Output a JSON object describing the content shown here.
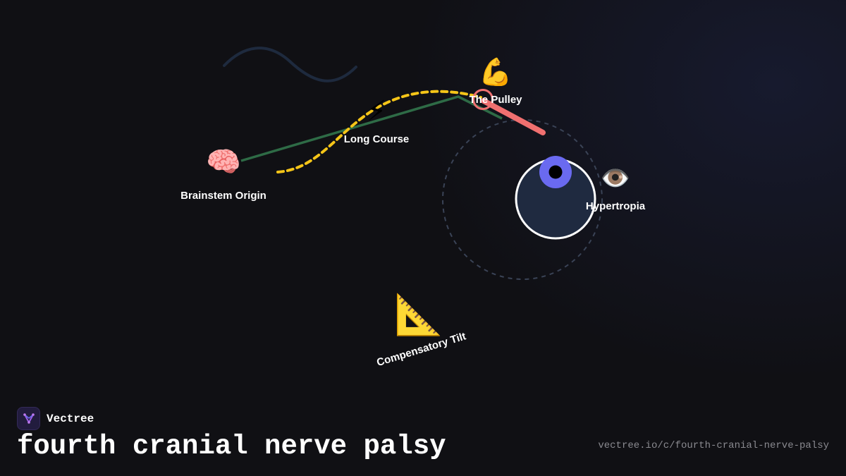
{
  "colors": {
    "background": "#101014",
    "nerve_path": "#2e6b46",
    "dashed_course": "#f5c518",
    "muscle": "#f07070",
    "pupil_ring": "#6a6af0",
    "eyeball": "#1f2a40",
    "orbit": "#3a4356",
    "squiggle": "#1e2a3e",
    "logo_accent": "#9b5de5"
  },
  "nodes": {
    "brainstem": {
      "icon": "brain-icon",
      "emoji": "🧠",
      "label": "Brainstem Origin"
    },
    "long_course": {
      "icon": "lightning-icon",
      "emoji": "⚡",
      "label": "Long Course"
    },
    "pulley": {
      "icon": "flexed-bicep-icon",
      "emoji": "💪",
      "label": "The Pulley"
    },
    "hypertropia": {
      "icon": "eye-icon",
      "emoji": "👁️",
      "label": "Hypertropia"
    },
    "tilt": {
      "icon": "triangular-ruler-icon",
      "emoji": "📐",
      "label": "Compensatory Tilt"
    }
  },
  "footer": {
    "brand_name": "Vectree",
    "title": "fourth cranial nerve palsy",
    "url": "vectree.io/c/fourth-cranial-nerve-palsy"
  }
}
